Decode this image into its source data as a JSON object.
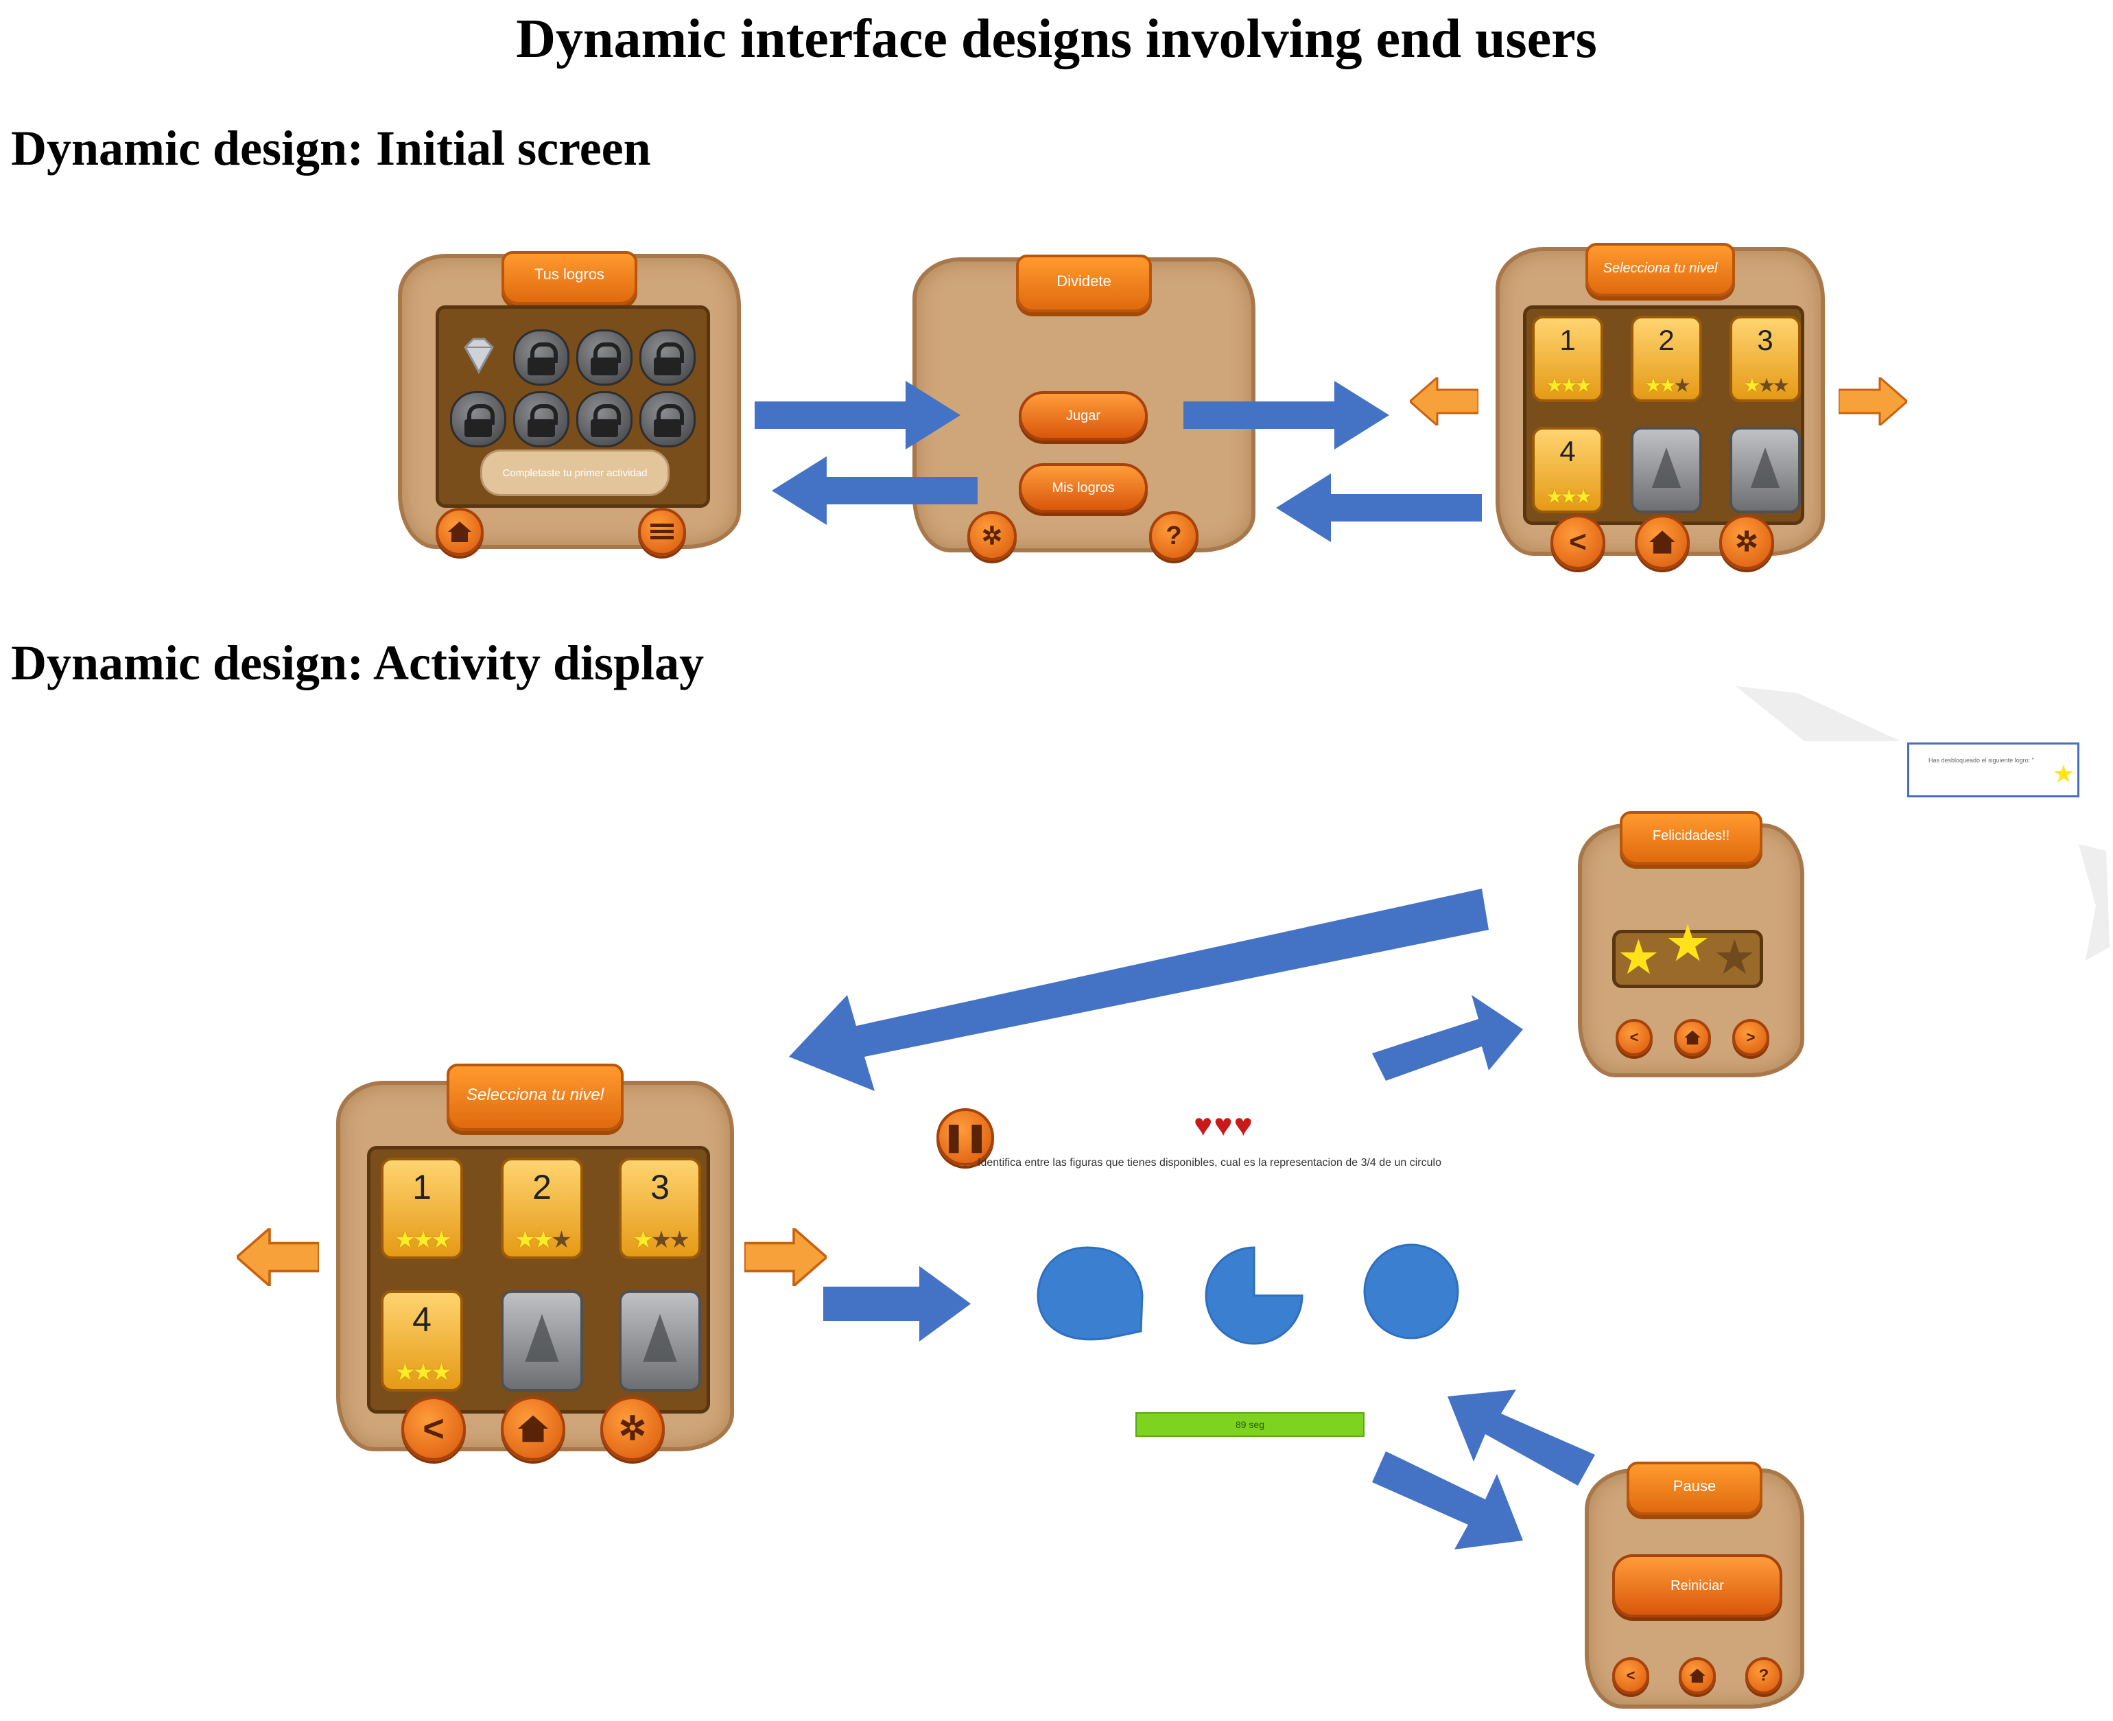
{
  "titles": {
    "main": "Dynamic interface designs involving end users",
    "section1": "Dynamic design: Initial screen",
    "section2": "Dynamic design: Activity display"
  },
  "achievements_screen": {
    "banner": "Tus logros",
    "message": "Completaste tu primer actividad",
    "icons": [
      "home-icon",
      "list-icon"
    ]
  },
  "main_menu": {
    "banner": "Dividete",
    "play_button": "Jugar",
    "achievements_button": "Mis logros",
    "icons": [
      "gear-icon",
      "help-icon"
    ]
  },
  "level_select": {
    "banner": "Selecciona tu nivel",
    "levels": [
      {
        "number": "1",
        "stars": 3
      },
      {
        "number": "2",
        "stars": 2
      },
      {
        "number": "3",
        "stars": 1
      },
      {
        "number": "4",
        "stars": 3
      },
      {
        "number": "",
        "stars": 0,
        "locked": true
      },
      {
        "number": "",
        "stars": 0,
        "locked": true
      }
    ],
    "icons": [
      "back-icon",
      "home-icon",
      "gear-icon"
    ]
  },
  "activity": {
    "question": "Identifica entre las figuras que tienes disponibles, cual es la representacion de 3/4 de un circulo",
    "lives": 3,
    "timer_text": "89 seg",
    "progress": 1.0,
    "shapes": [
      "drop-shape",
      "three-quarter-circle",
      "full-circle"
    ]
  },
  "congrats_popup": {
    "banner": "Felicidades!!",
    "stars": 2,
    "icons": [
      "back-icon",
      "home-icon",
      "next-icon"
    ]
  },
  "pause_popup": {
    "banner": "Pause",
    "restart_button": "Reiniciar",
    "icons": [
      "back-icon",
      "home-icon",
      "help-icon"
    ]
  },
  "achievement_toast": {
    "text": "Has desbloqueado el siguiente logro: \""
  },
  "colors": {
    "arrow_blue": "#4472c4",
    "orange": "#f07d1a",
    "parchment": "#cfa67a",
    "inner_panel": "#7a4e1a",
    "timer_green": "#7ed321",
    "shape_blue": "#3b7fd1"
  }
}
